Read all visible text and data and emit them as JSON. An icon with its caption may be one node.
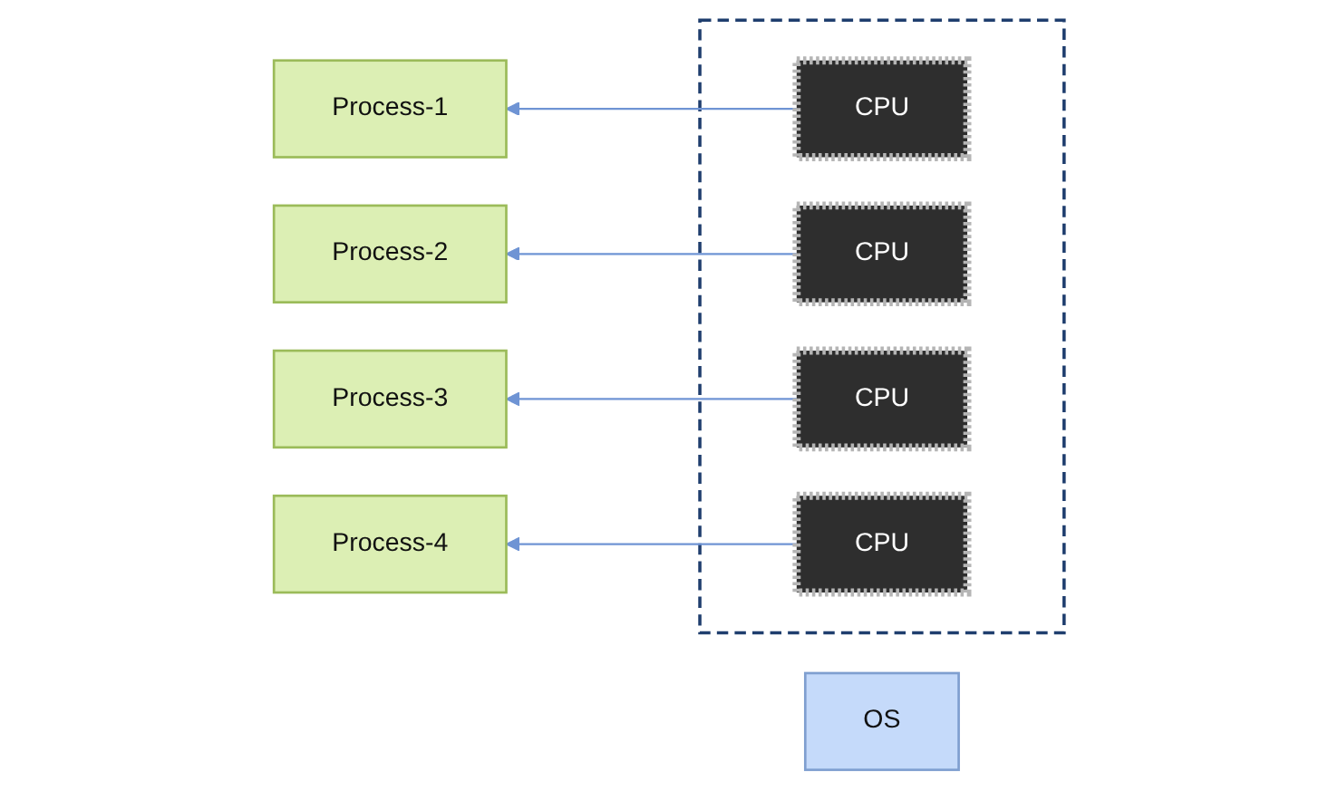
{
  "diagram": {
    "nodes": [
      {
        "text": [
          "Process-1"
        ]
      },
      {
        "text": [
          "Process-2"
        ]
      },
      {
        "text": [
          "Process-3"
        ]
      },
      {
        "text": [
          "Process-4"
        ]
      },
      {
        "text": [
          "OS"
        ]
      },
      {
        "text": [],
        "shape": "box"
      },
      {
        "text": [
          "CPU"
        ],
        "in": 5
      },
      {
        "text": [
          "CPU"
        ],
        "in": 5
      },
      {
        "text": [
          "CPU"
        ],
        "in": 5
      },
      {
        "text": [
          "CPU"
        ],
        "in": 5
      }
    ],
    "edges": [
      {
        "from": 6,
        "to": 0,
        "arrow": "to"
      },
      {
        "from": 7,
        "to": 1,
        "arrow": "to"
      },
      {
        "from": 9,
        "to": 2,
        "arrow": "to"
      },
      {
        "from": 8,
        "to": 3,
        "arrow": "to"
      }
    ]
  }
}
